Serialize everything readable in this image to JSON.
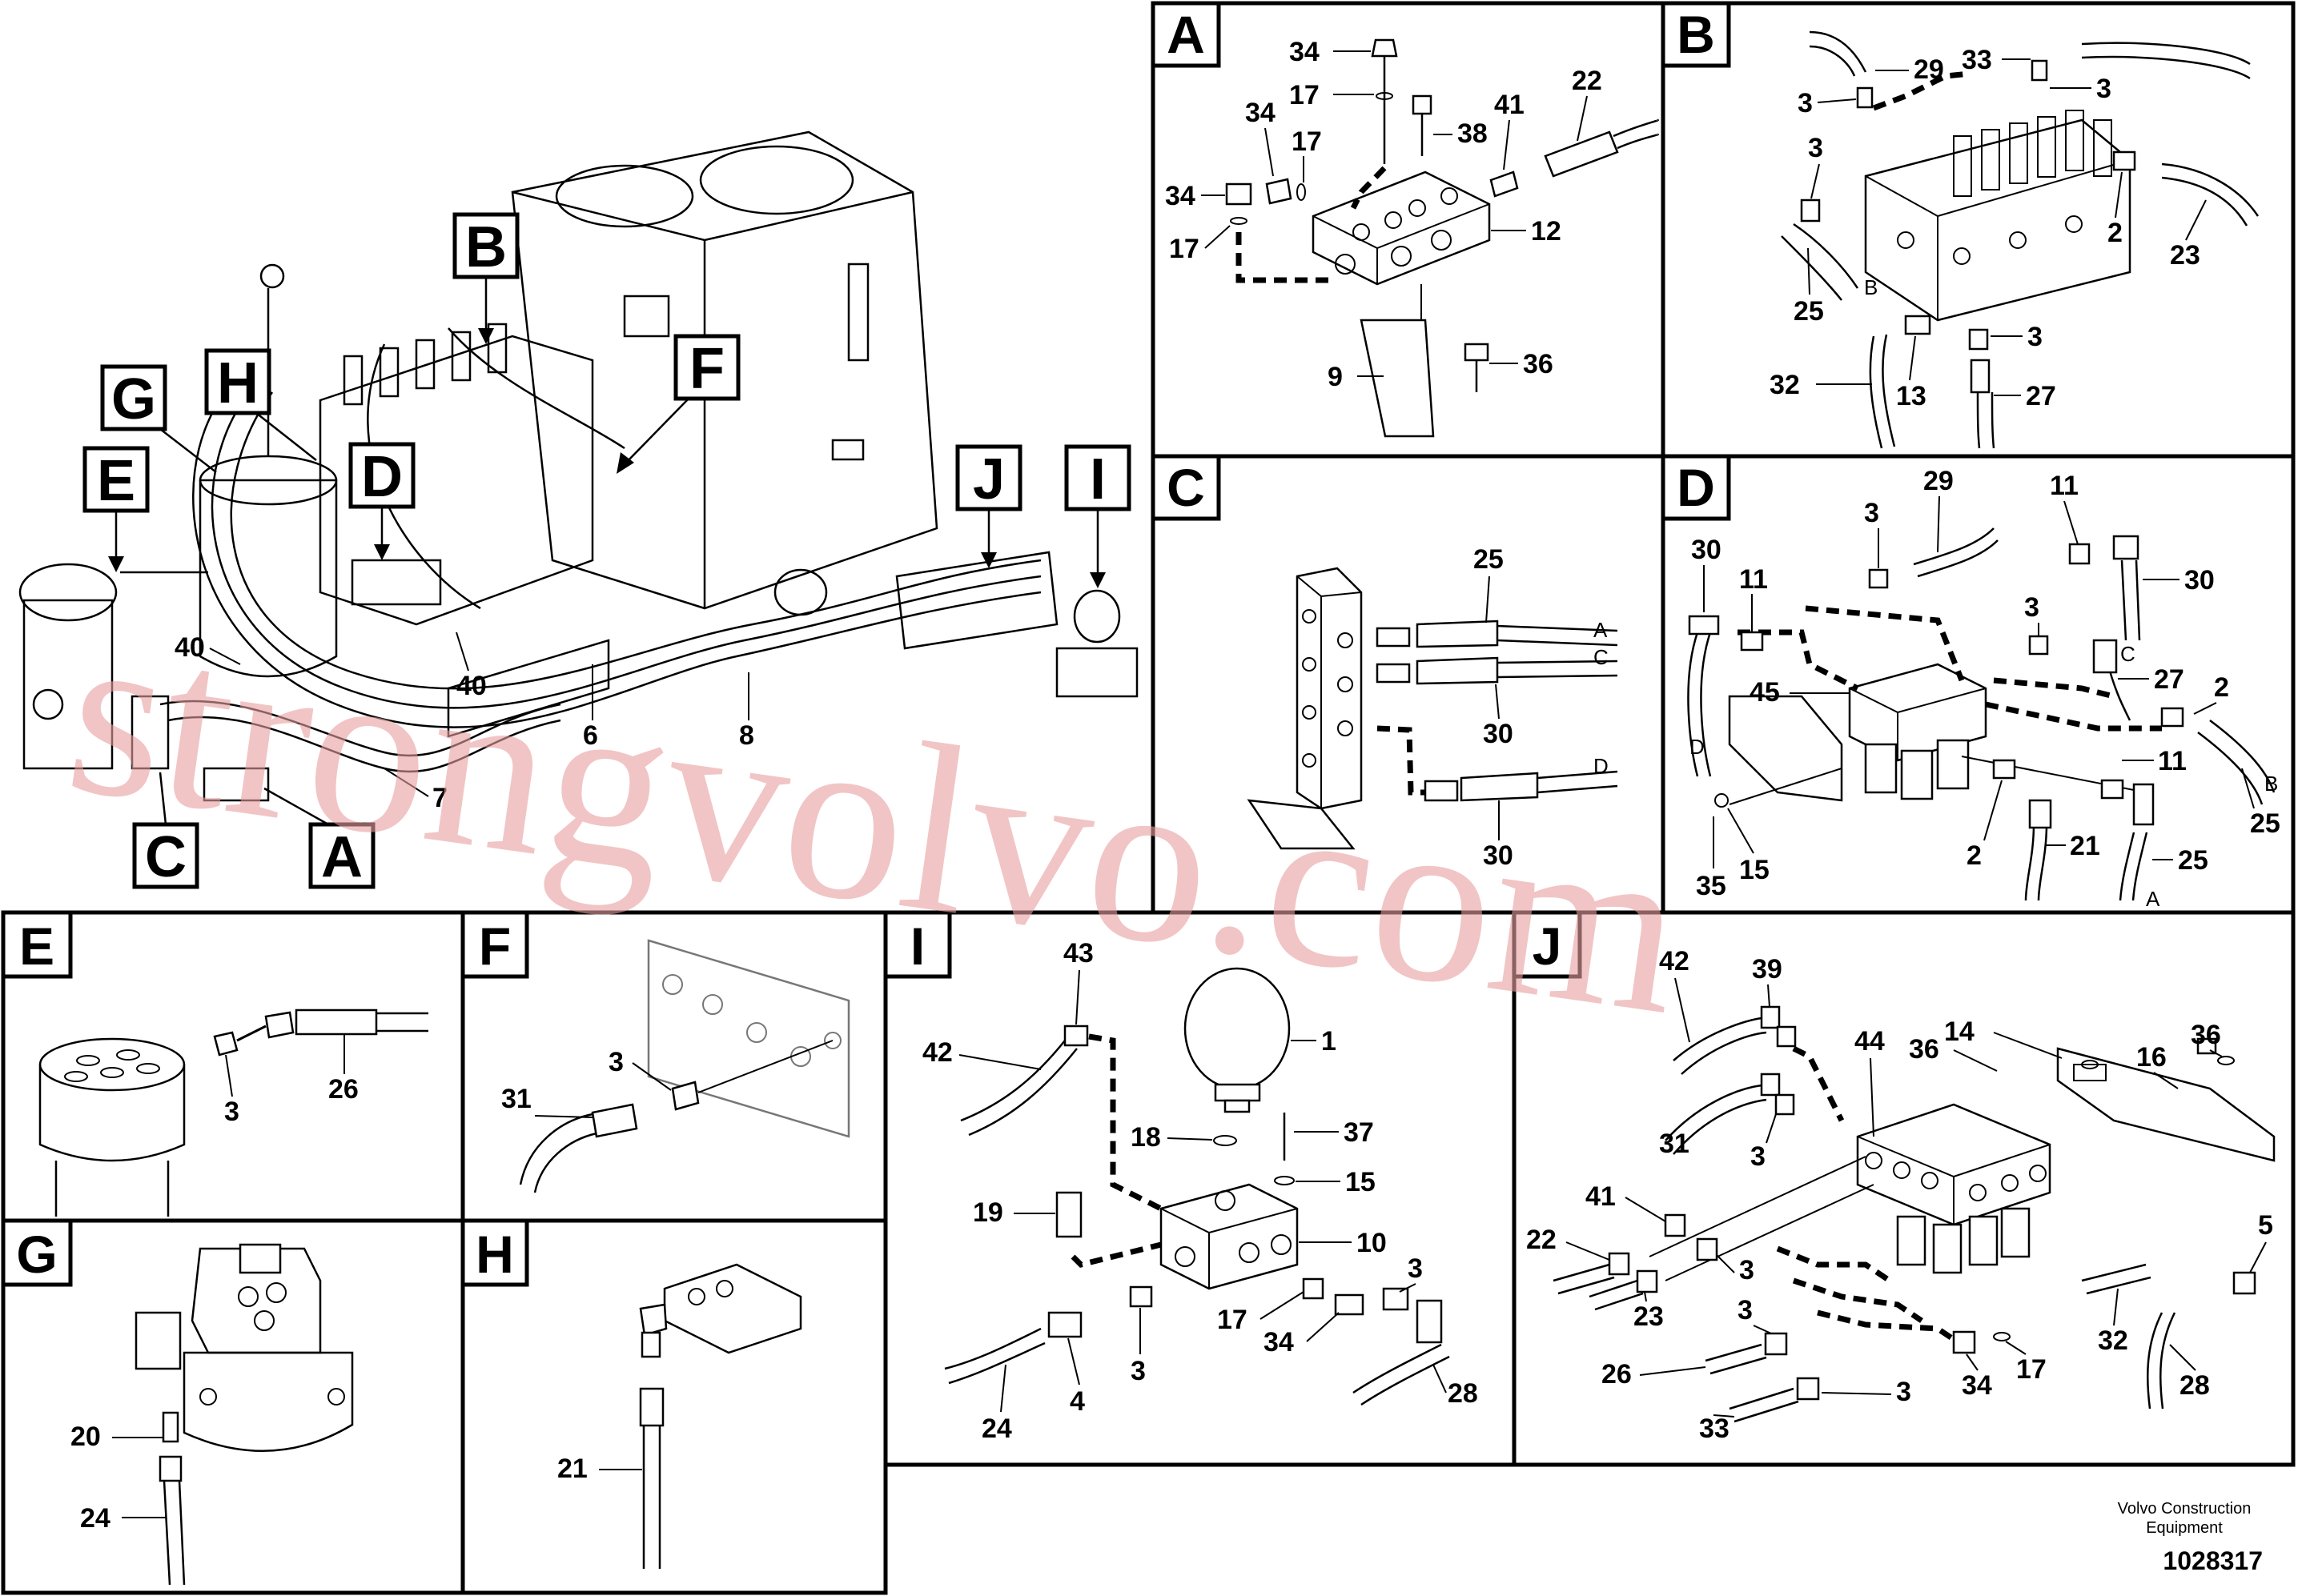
{
  "diagram": {
    "overview": {
      "callouts": [
        "A",
        "B",
        "C",
        "D",
        "E",
        "F",
        "G",
        "H",
        "I",
        "J"
      ],
      "labels": [
        "6",
        "7",
        "8",
        "40",
        "40"
      ]
    },
    "panels": {
      "A": {
        "letter": "A",
        "labels": [
          "34",
          "17",
          "34",
          "17",
          "34",
          "17",
          "38",
          "41",
          "22",
          "12",
          "9",
          "36"
        ]
      },
      "B": {
        "letter": "B",
        "labels": [
          "29",
          "33",
          "3",
          "3",
          "3",
          "2",
          "23",
          "25",
          "32",
          "13",
          "3",
          "27"
        ],
        "letters": [
          "B"
        ]
      },
      "C": {
        "letter": "C",
        "labels": [
          "25",
          "30",
          "30"
        ],
        "letters": [
          "A",
          "C",
          "D"
        ]
      },
      "D": {
        "letter": "D",
        "labels": [
          "29",
          "11",
          "30",
          "30",
          "3",
          "11",
          "3",
          "45",
          "27",
          "2",
          "25",
          "11",
          "2",
          "21",
          "25",
          "35",
          "15"
        ],
        "letters": [
          "D",
          "C",
          "B",
          "A"
        ]
      },
      "E": {
        "letter": "E",
        "labels": [
          "3",
          "26"
        ]
      },
      "F": {
        "letter": "F",
        "labels": [
          "3",
          "31"
        ]
      },
      "G": {
        "letter": "G",
        "labels": [
          "20",
          "24"
        ]
      },
      "H": {
        "letter": "H",
        "labels": [
          "21"
        ]
      },
      "I": {
        "letter": "I",
        "labels": [
          "43",
          "1",
          "42",
          "18",
          "37",
          "15",
          "19",
          "10",
          "3",
          "17",
          "34",
          "28",
          "24",
          "4",
          "3"
        ]
      },
      "J": {
        "letter": "J",
        "labels": [
          "42",
          "39",
          "44",
          "14",
          "36",
          "16",
          "36",
          "31",
          "3",
          "41",
          "22",
          "3",
          "23",
          "5",
          "3",
          "26",
          "32",
          "28",
          "34",
          "17",
          "33",
          "3"
        ]
      }
    }
  },
  "watermark": "strongvolvo.com",
  "footer": {
    "company": "Volvo Construction",
    "company_line2": "Equipment",
    "doc_number": "1028317"
  }
}
